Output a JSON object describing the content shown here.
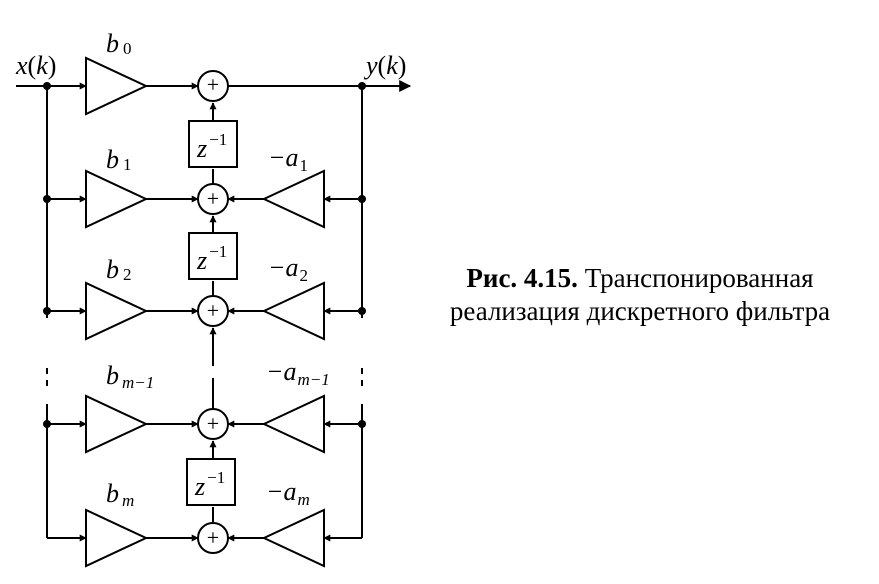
{
  "input_label": {
    "var": "x",
    "arg": "k"
  },
  "output_label": {
    "var": "y",
    "arg": "k"
  },
  "rows": [
    {
      "b_base": "b",
      "b_sub": "0",
      "a_base": "",
      "a_sub": ""
    },
    {
      "b_base": "b",
      "b_sub": "1",
      "a_base": "−a",
      "a_sub": "1"
    },
    {
      "b_base": "b",
      "b_sub": "2",
      "a_base": "−a",
      "a_sub": "2"
    },
    {
      "b_base": "b",
      "b_sub": "m−1",
      "a_base": "−a",
      "a_sub": "m−1"
    },
    {
      "b_base": "b",
      "b_sub": "m",
      "a_base": "−a",
      "a_sub": "m"
    }
  ],
  "sum_symbol": "+",
  "delay": {
    "base": "z",
    "exp": "−1"
  },
  "caption": {
    "number": "Рис. 4.15.",
    "line1": "Транспонированная",
    "line2": "реализация дискретного фильтра"
  }
}
